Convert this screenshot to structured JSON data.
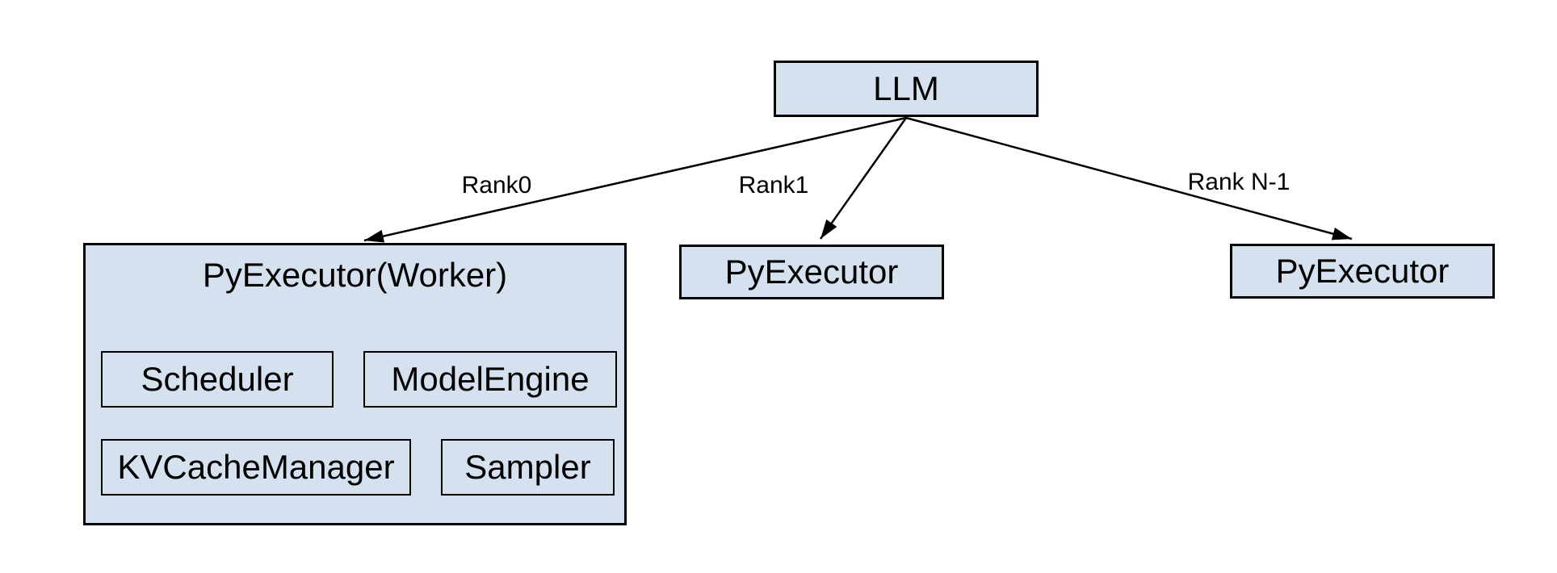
{
  "diagram": {
    "colors": {
      "background": "#ffffff",
      "box_fill": "#d6e1f0",
      "box_border": "#000000",
      "line": "#000000",
      "text": "#000000"
    },
    "root": {
      "label": "LLM"
    },
    "edges": [
      {
        "label": "Rank0",
        "from": "LLM",
        "to": "PyExecutor(Worker)"
      },
      {
        "label": "Rank1",
        "from": "LLM",
        "to": "PyExecutor"
      },
      {
        "label": "Rank N-1",
        "from": "LLM",
        "to": "PyExecutor"
      }
    ],
    "nodes": [
      {
        "label": "PyExecutor(Worker)",
        "children": [
          {
            "label": "Scheduler"
          },
          {
            "label": "ModelEngine"
          },
          {
            "label": "KVCacheManager"
          },
          {
            "label": "Sampler"
          }
        ]
      },
      {
        "label": "PyExecutor"
      },
      {
        "label": "PyExecutor"
      }
    ]
  }
}
